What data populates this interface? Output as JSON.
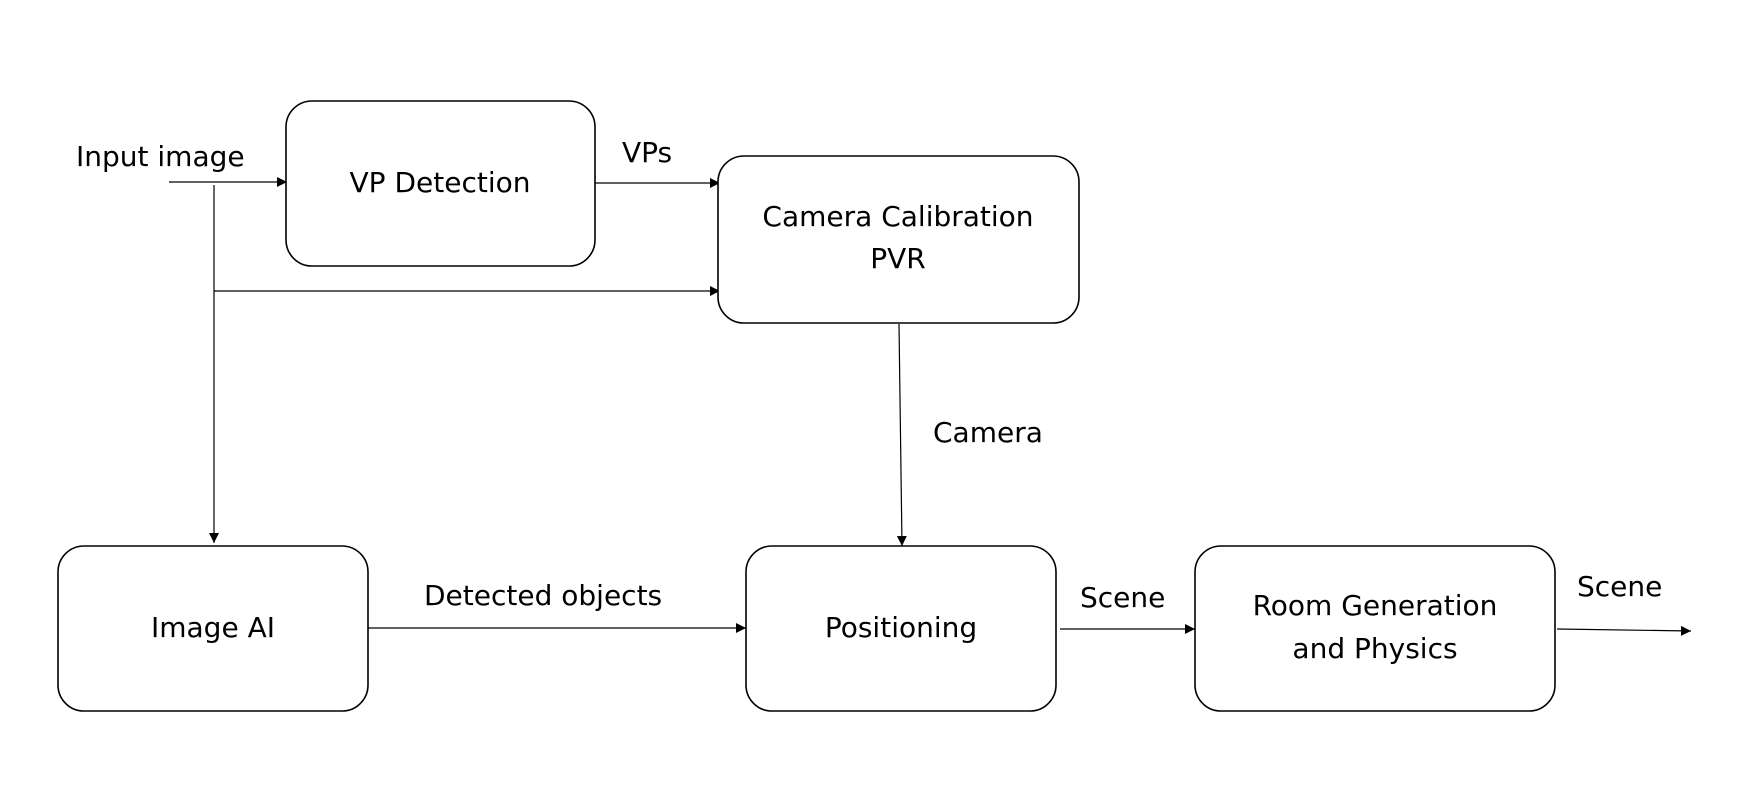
{
  "nodes": {
    "vp_detection": {
      "lines": [
        "VP Detection"
      ]
    },
    "camera_calibration": {
      "lines": [
        "Camera Calibration",
        "PVR"
      ]
    },
    "image_ai": {
      "lines": [
        "Image AI"
      ]
    },
    "positioning": {
      "lines": [
        "Positioning"
      ]
    },
    "room_generation": {
      "lines": [
        "Room Generation",
        "and Physics"
      ]
    }
  },
  "edge_labels": {
    "input_image": "Input image",
    "vps": "VPs",
    "camera": "Camera",
    "detected_objects": "Detected objects",
    "scene_in": "Scene",
    "scene_out": "Scene"
  },
  "colors": {
    "stroke": "#000000",
    "background": "#ffffff"
  }
}
